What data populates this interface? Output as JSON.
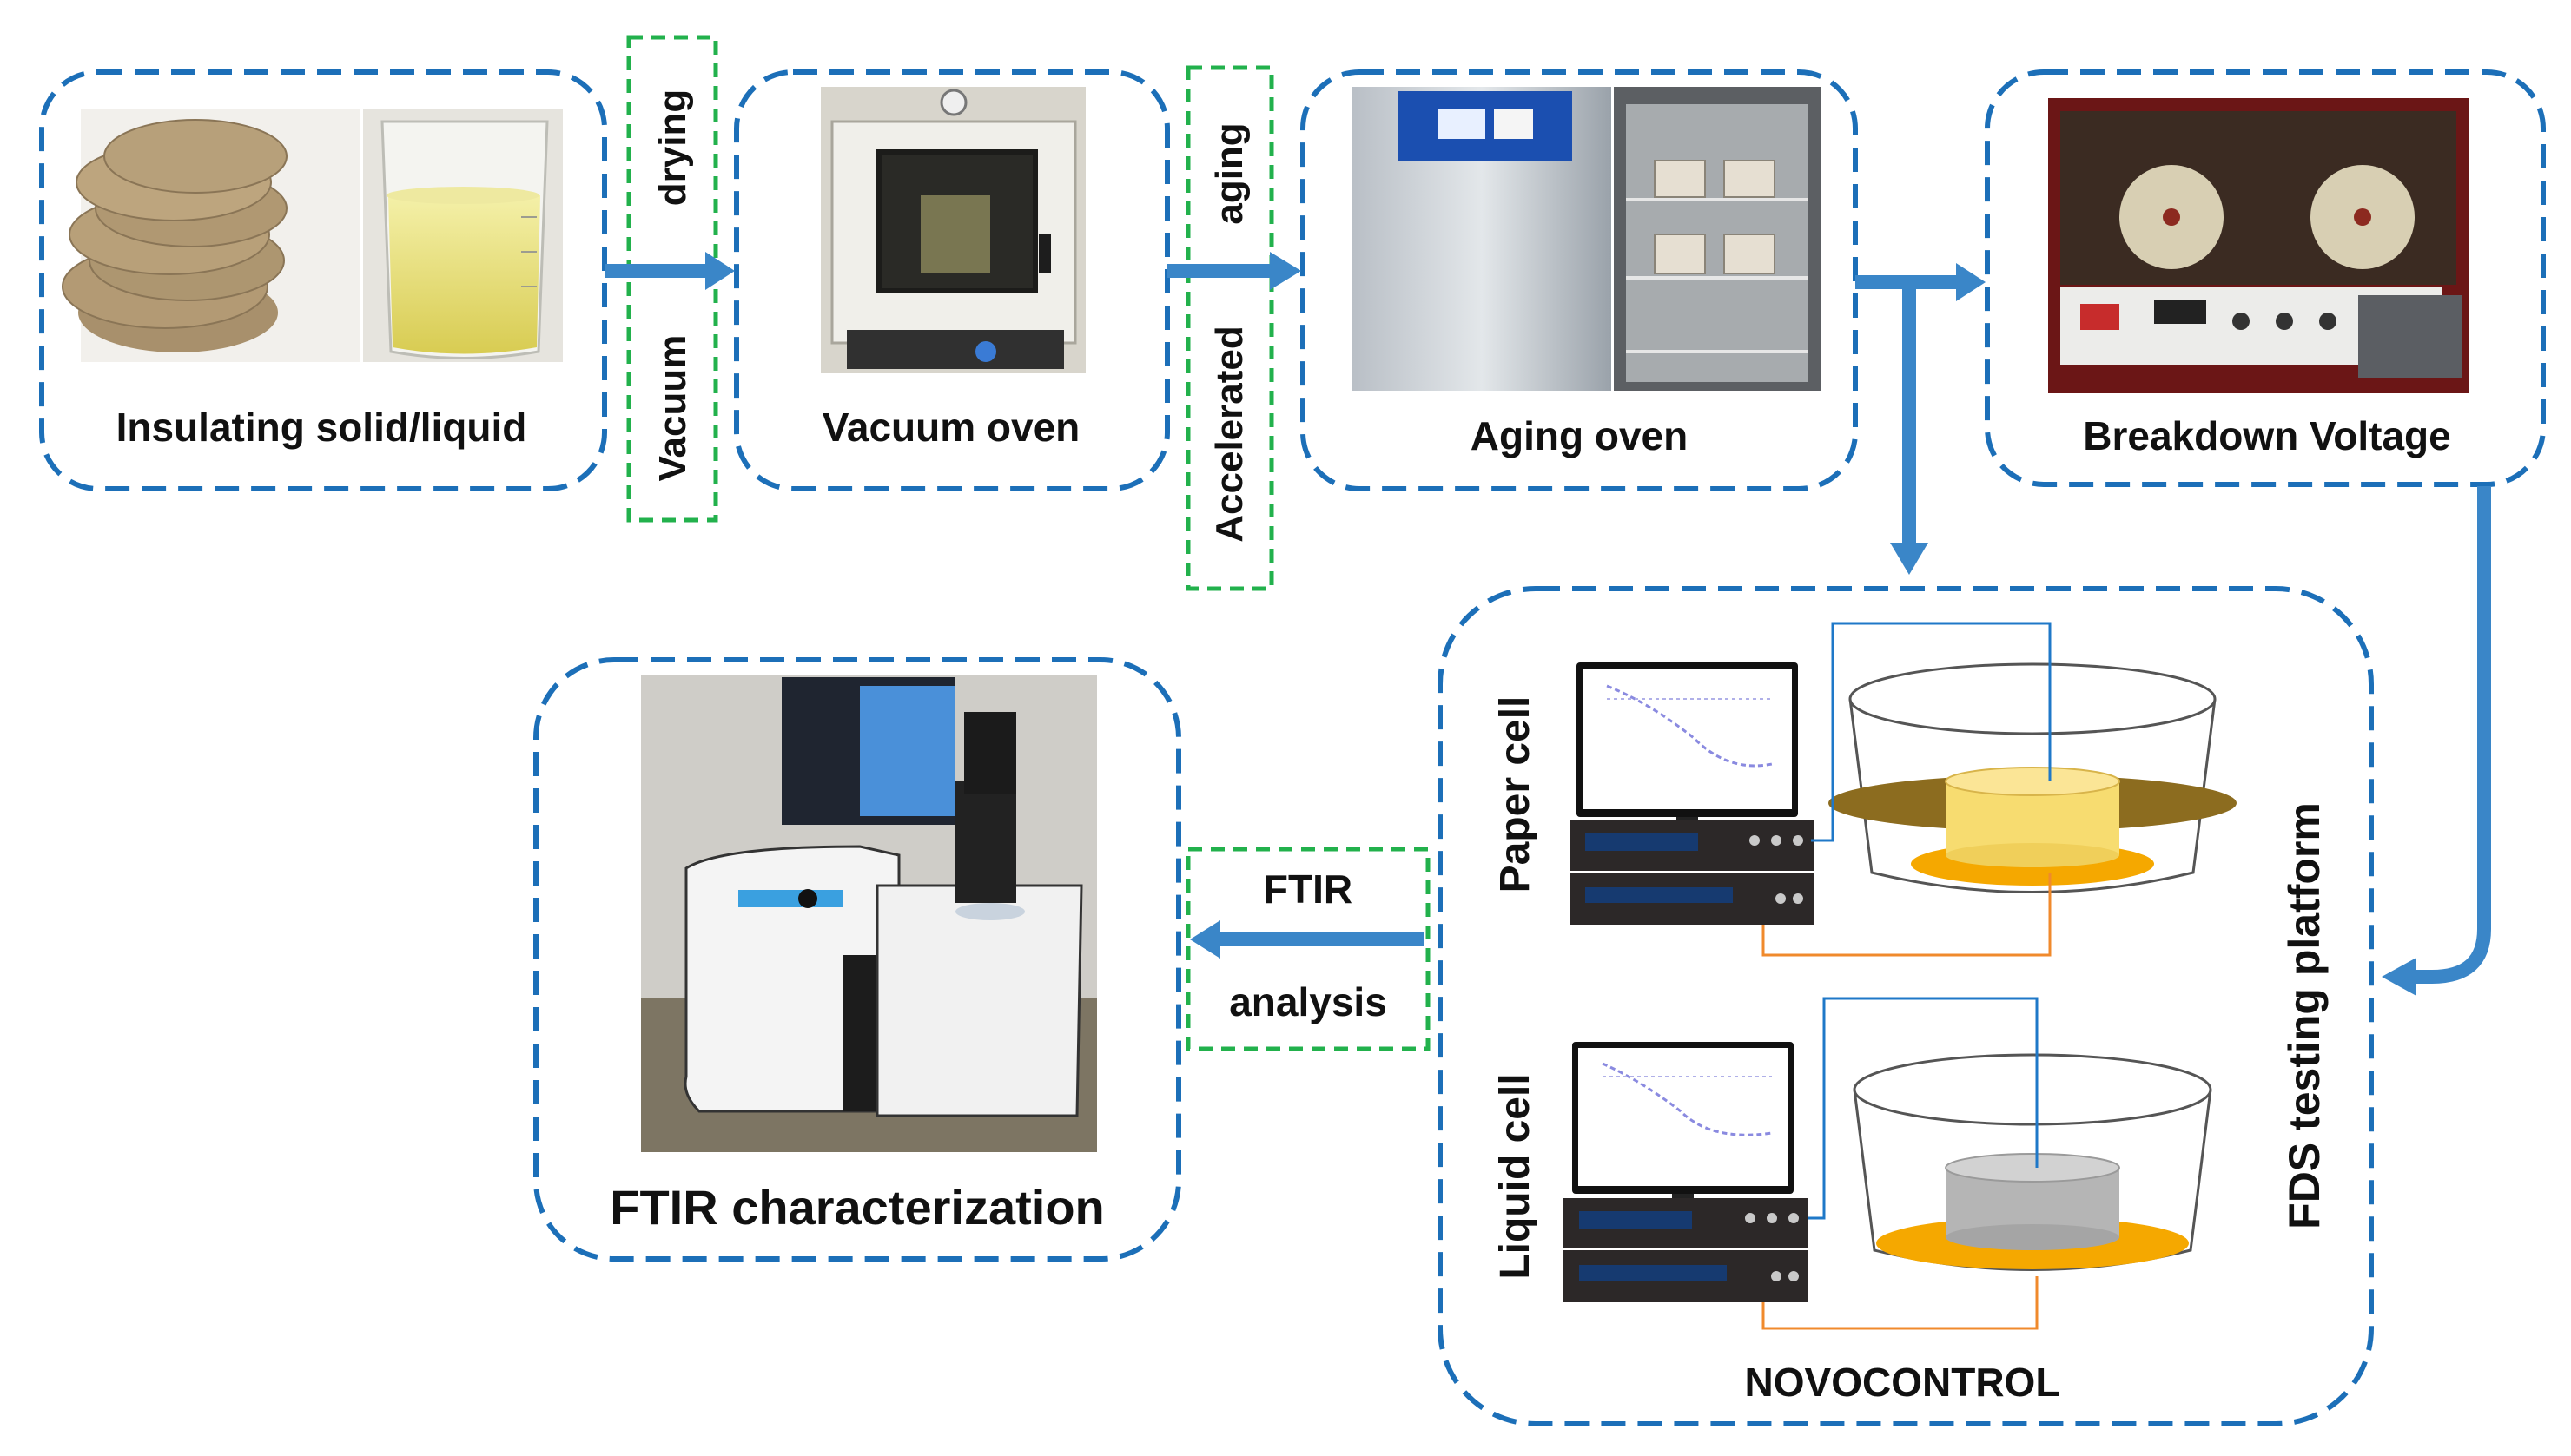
{
  "stages": {
    "insulating": "Insulating solid/liquid",
    "vacuum_oven": "Vacuum oven",
    "aging_oven": "Aging oven",
    "breakdown": "Breakdown Voltage",
    "ftir_char": "FTIR characterization"
  },
  "process_labels": {
    "vacuum": "Vacuum",
    "drying": "drying",
    "accelerated": "Accelerated",
    "aging": "aging",
    "ftir": "FTIR",
    "analysis": "analysis"
  },
  "fds": {
    "platform": "FDS testing platform",
    "paper_cell": "Paper cell",
    "liquid_cell": "Liquid cell",
    "instrument": "NOVOCONTROL"
  },
  "colors": {
    "box_border": "#1c6fb8",
    "process_border": "#22b14c",
    "flow_arrow": "#3a86c8",
    "wire_blue": "#1f78c8",
    "wire_orange": "#f08a2c"
  }
}
